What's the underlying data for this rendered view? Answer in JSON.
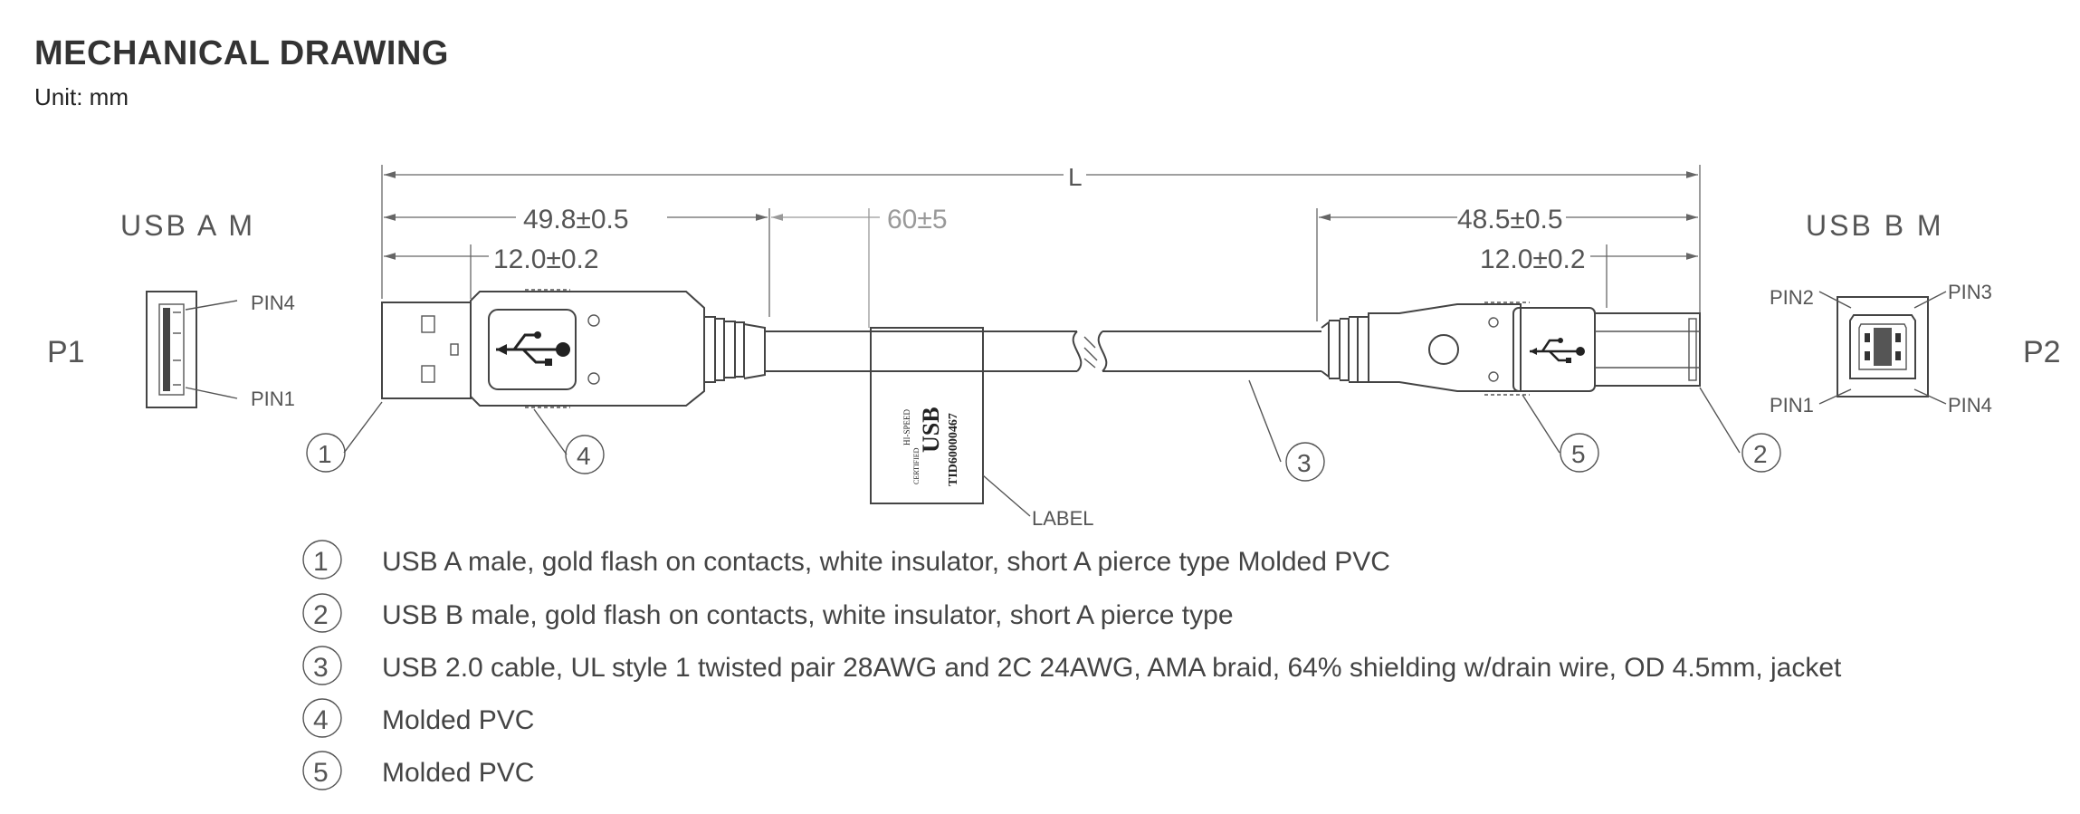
{
  "header": {
    "title": "MECHANICAL DRAWING",
    "unit": "Unit: mm"
  },
  "connectors": {
    "left_name": "USB A M",
    "right_name": "USB B M",
    "left_port": "P1",
    "right_port": "P2",
    "left_pin_top": "PIN4",
    "left_pin_bottom": "PIN1",
    "right_pin_tl": "PIN2",
    "right_pin_tr": "PIN3",
    "right_pin_bl": "PIN1",
    "right_pin_br": "PIN4"
  },
  "dimensions": {
    "overall": "L",
    "left_overmold": "49.8±0.5",
    "left_plug": "12.0±0.2",
    "label_pos": "60±5",
    "right_overmold": "48.5±0.5",
    "right_plug": "12.0±0.2"
  },
  "label": {
    "callout": "LABEL",
    "tag_id": "TID60000467",
    "tag_logo": "USB",
    "tag_speed": "HI-SPEED",
    "tag_cert": "CERTIFIED"
  },
  "callouts": [
    "1",
    "2",
    "3",
    "4",
    "5"
  ],
  "notes": [
    {
      "num": "1",
      "text": "USB A male, gold flash on contacts, white insulator, short A pierce type Molded PVC"
    },
    {
      "num": "2",
      "text": "USB B male, gold flash on contacts, white insulator, short A pierce type"
    },
    {
      "num": "3",
      "text": "USB 2.0 cable, UL style 1 twisted pair 28AWG and 2C 24AWG, AMA braid, 64% shielding w/drain wire, OD 4.5mm, jacket"
    },
    {
      "num": "4",
      "text": "Molded PVC"
    },
    {
      "num": "5",
      "text": "Molded PVC"
    }
  ]
}
